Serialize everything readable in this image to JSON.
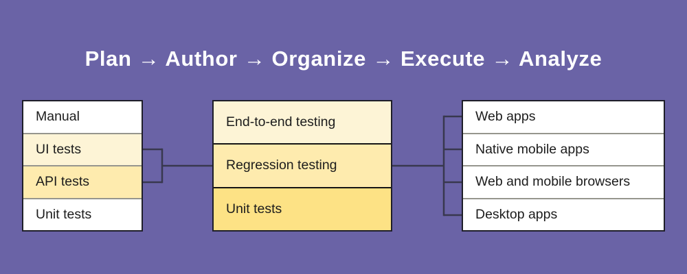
{
  "title": "Plan → Author → Organize → Execute → Analyze",
  "colors": {
    "background": "#6A63A6",
    "title_text": "#FFFFFF",
    "box_border": "#1E1E28",
    "connector": "#38384E",
    "row_white": "#FFFFFF",
    "row_cream": "#FDF4D6",
    "row_yellow": "#FEEBAE",
    "row_gold": "#FDE285"
  },
  "diagram": {
    "test_types": {
      "items": [
        {
          "label": "Manual",
          "tint": "white"
        },
        {
          "label": "UI tests",
          "tint": "cream"
        },
        {
          "label": "API tests",
          "tint": "yellow"
        },
        {
          "label": "Unit tests",
          "tint": "white"
        }
      ]
    },
    "testing_levels": {
      "items": [
        {
          "label": "End-to-end testing",
          "tint": "cream"
        },
        {
          "label": "Regression testing",
          "tint": "yellow"
        },
        {
          "label": "Unit tests",
          "tint": "gold"
        }
      ]
    },
    "platforms": {
      "items": [
        {
          "label": "Web apps",
          "tint": "white"
        },
        {
          "label": "Native mobile apps",
          "tint": "white"
        },
        {
          "label": "Web and mobile browsers",
          "tint": "white"
        },
        {
          "label": "Desktop apps",
          "tint": "white"
        }
      ]
    }
  }
}
